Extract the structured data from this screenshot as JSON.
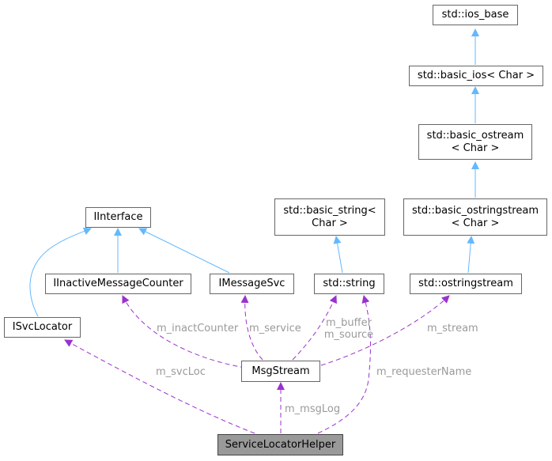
{
  "diagram": {
    "nodes": {
      "ios_base": "std::ios_base",
      "basic_ios": "std::basic_ios< Char >",
      "basic_ostream": "std::basic_ostream\n< Char >",
      "basic_ostringstream": "std::basic_ostringstream\n< Char >",
      "basic_string": "std::basic_string<\nChar >",
      "iinterface": "IInterface",
      "iinactive": "IInactiveMessageCounter",
      "imessagesvc": "IMessageSvc",
      "string": "std::string",
      "ostringstream": "std::ostringstream",
      "isvclocator": "ISvcLocator",
      "msgstream": "MsgStream",
      "helper": "ServiceLocatorHelper"
    },
    "edge_labels": {
      "m_inactCounter": "m_inactCounter",
      "m_service": "m_service",
      "m_buffer": "m_buffer\nm_source",
      "m_stream": "m_stream",
      "m_svcLoc": "m_svcLoc",
      "m_requesterName": "m_requesterName",
      "m_msgLog": "m_msgLog"
    },
    "colors": {
      "inheritance": "#63b8ff",
      "usage": "#9a32cd",
      "label": "#9a9a9a",
      "focus_fill": "#999999",
      "border": "#666666"
    }
  }
}
